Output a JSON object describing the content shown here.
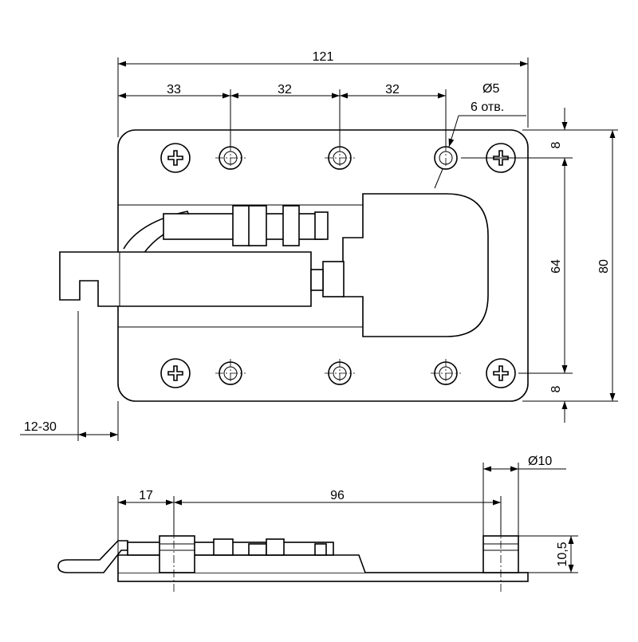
{
  "dimensions": {
    "overall_width": "121",
    "spacing_first": "33",
    "spacing_second": "32",
    "spacing_third": "32",
    "hole_diameter": "Ø5",
    "hole_count": "6 отв.",
    "margin_top": "8",
    "hole_pitch_vertical": "64",
    "overall_height": "80",
    "margin_bottom": "8",
    "stroke_range": "12-30",
    "side_offset": "17",
    "side_pitch": "96",
    "pin_diameter": "Ø10",
    "pin_height": "10,5"
  }
}
